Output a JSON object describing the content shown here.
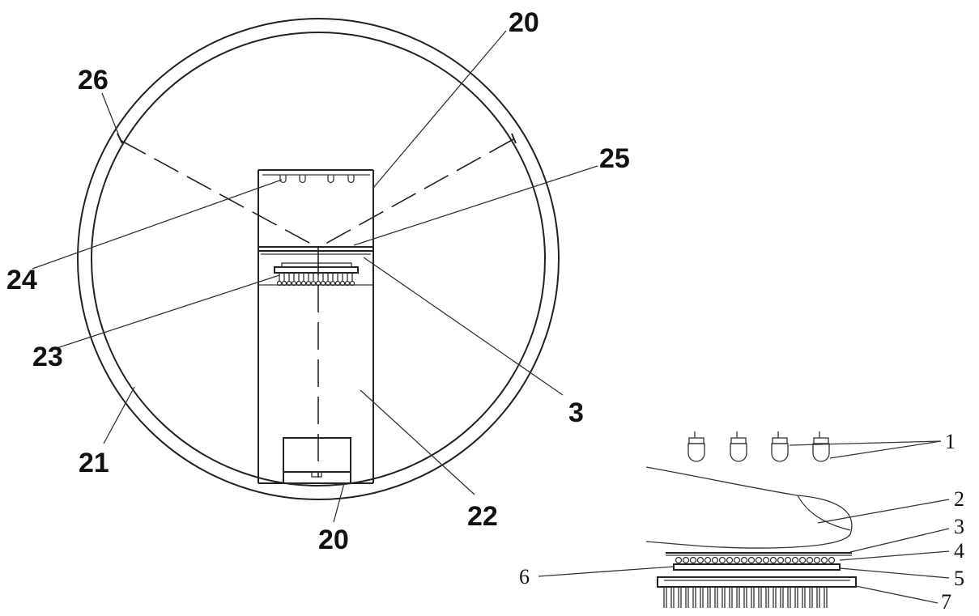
{
  "diagram": {
    "main_labels": {
      "label_20_top": "20",
      "label_26": "26",
      "label_25": "25",
      "label_24": "24",
      "label_23": "23",
      "label_3": "3",
      "label_21": "21",
      "label_22": "22",
      "label_20_bottom": "20"
    },
    "inset_labels": {
      "label_1": "1",
      "label_2": "2",
      "label_3": "3",
      "label_4": "4",
      "label_5": "5",
      "label_6": "6",
      "label_7": "7"
    },
    "colors": {
      "line": "#222222",
      "text": "#111111",
      "background": "#ffffff"
    }
  }
}
